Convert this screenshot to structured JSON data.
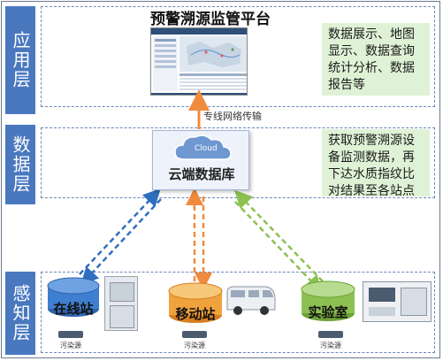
{
  "layers": {
    "application": "应用层",
    "data": "数据层",
    "perception": "感知层"
  },
  "platform_title": "预警溯源监管平台",
  "transfer_label": "专线网络传输",
  "notes": {
    "application": "数据展示、地图显示、数据查询统计分析、数据报告等",
    "data": "获取预警溯源设备监测数据，再下达水质指纹比对结果至各站点"
  },
  "cloud": {
    "tag": "Cloud",
    "label": "云端数据库"
  },
  "stations": [
    {
      "label": "在线站",
      "device": "污染源"
    },
    {
      "label": "移动站",
      "device": "污染源"
    },
    {
      "label": "实验室",
      "device": "污染源"
    }
  ],
  "colors": {
    "layer_label_bg": "#4a78bf",
    "note_bg": "#dff2d6",
    "online_arrow": "#2f6fbf",
    "mobile_arrow": "#f08a3c",
    "lab_arrow": "#8cc152",
    "online_db": "#3f7fd1",
    "mobile_db": "#f0a33c",
    "lab_db": "#8cc152"
  }
}
